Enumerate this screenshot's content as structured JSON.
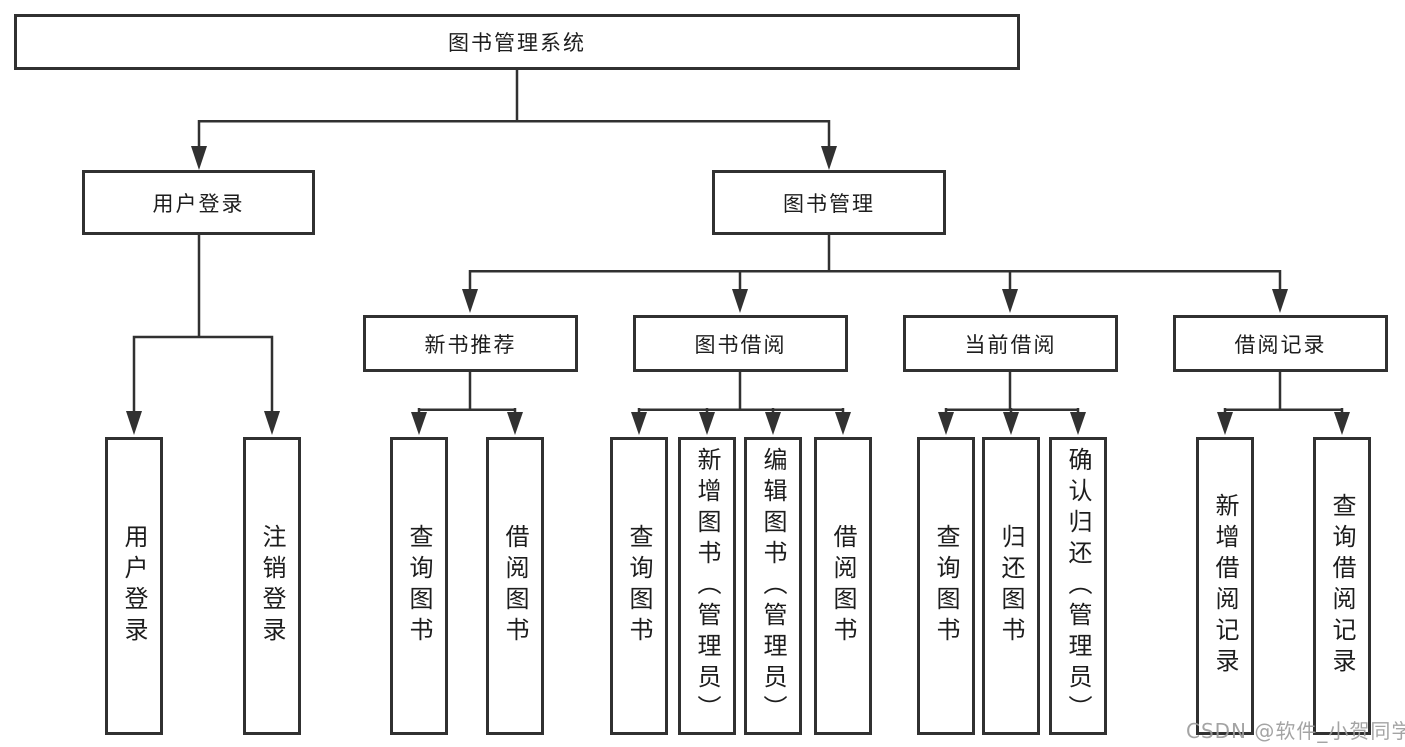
{
  "tree": {
    "root": {
      "label": "图书管理系统",
      "children": [
        {
          "label": "用户登录",
          "children": [
            {
              "label": "用户登录"
            },
            {
              "label": "注销登录"
            }
          ]
        },
        {
          "label": "图书管理",
          "children": [
            {
              "label": "新书推荐",
              "children": [
                {
                  "label": "查询图书"
                },
                {
                  "label": "借阅图书"
                }
              ]
            },
            {
              "label": "图书借阅",
              "children": [
                {
                  "label": "查询图书"
                },
                {
                  "label": "新增图书（管理员）"
                },
                {
                  "label": "编辑图书（管理员）"
                },
                {
                  "label": "借阅图书"
                }
              ]
            },
            {
              "label": "当前借阅",
              "children": [
                {
                  "label": "查询图书"
                },
                {
                  "label": "归还图书"
                },
                {
                  "label": "确认归还（管理员）"
                }
              ]
            },
            {
              "label": "借阅记录",
              "children": [
                {
                  "label": "新增借阅记录"
                },
                {
                  "label": "查询借阅记录"
                }
              ]
            }
          ]
        }
      ]
    }
  },
  "watermark": {
    "text": "CSDN @软件_小贺同学"
  },
  "colors": {
    "line": "#313131",
    "box_border": "#313131",
    "text": "#1d1d1d",
    "background": "#ffffff",
    "watermark": "#9d9d9d"
  }
}
